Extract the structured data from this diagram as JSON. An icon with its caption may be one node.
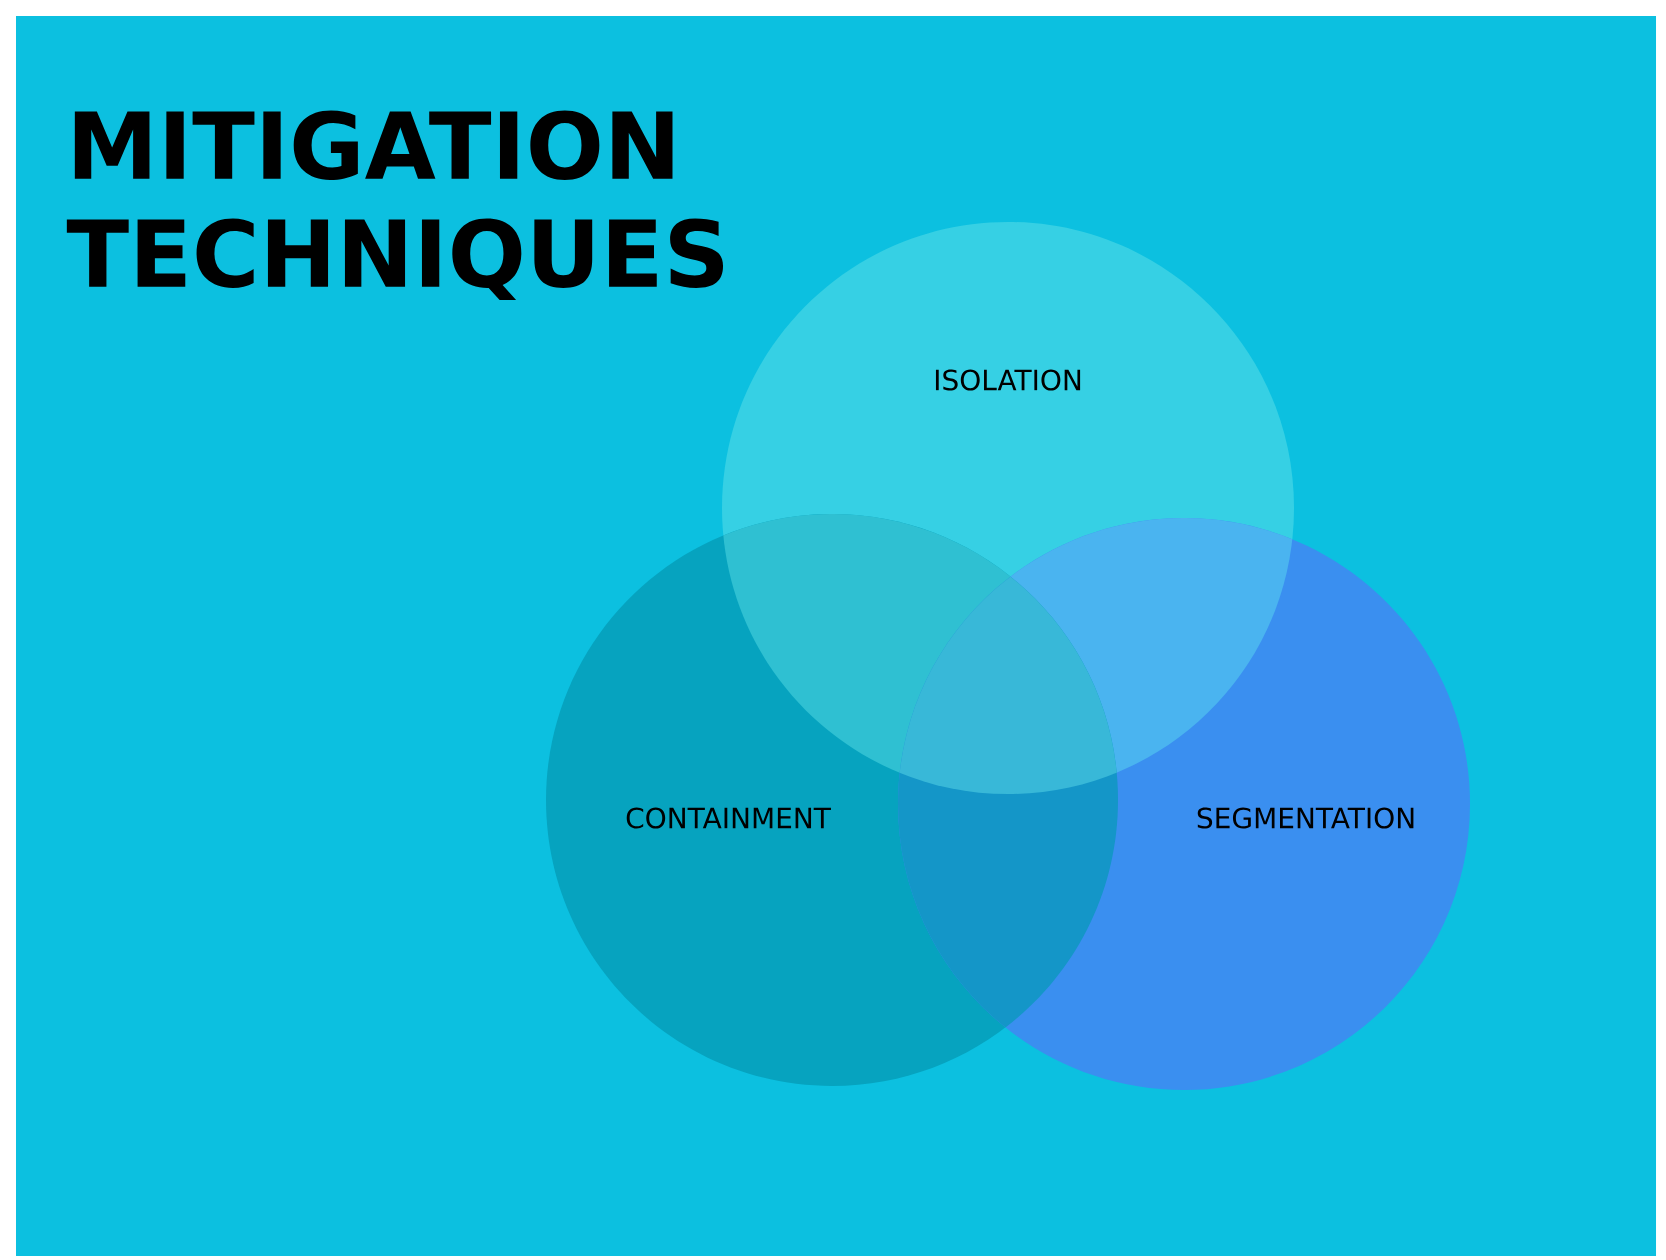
{
  "diagram": {
    "title": "MITIGATION TECHNIQUES",
    "nodes": [
      {
        "text": [
          "ISOLATION"
        ]
      },
      {
        "text": [
          "CONTAINMENT"
        ]
      },
      {
        "text": [
          "SEGMENTATION"
        ]
      }
    ]
  }
}
